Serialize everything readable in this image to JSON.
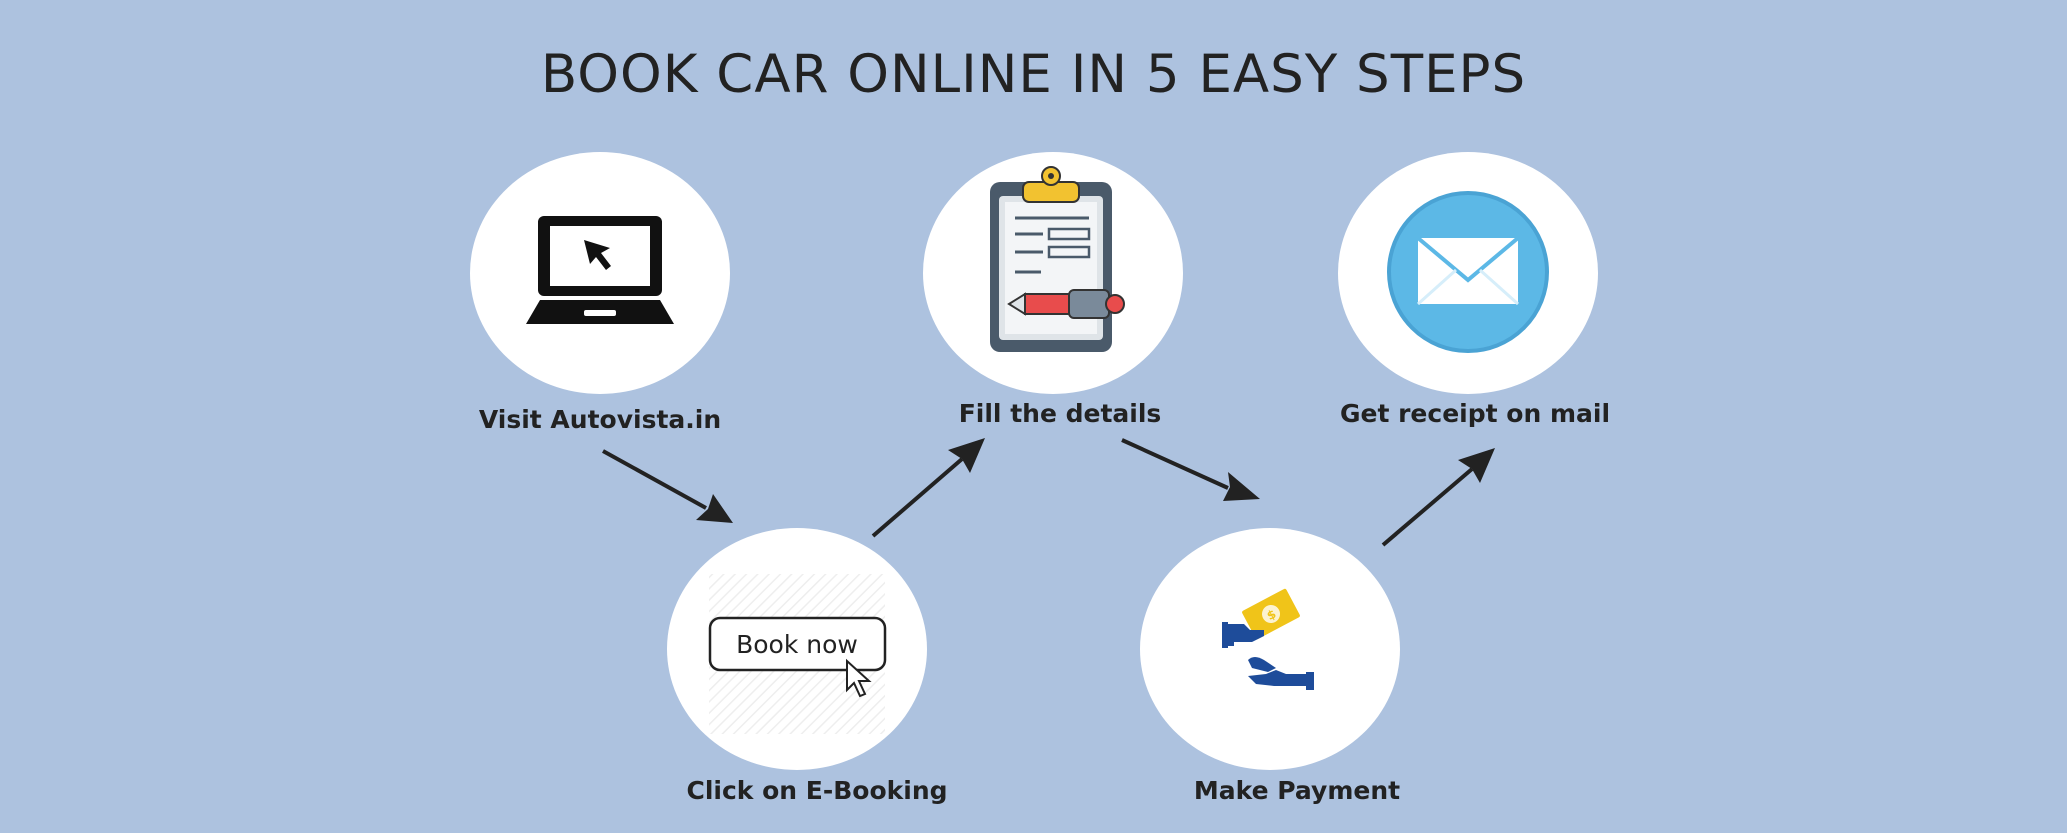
{
  "title": "BOOK CAR ONLINE IN 5 EASY STEPS",
  "steps": [
    {
      "label": "Visit Autovista.in",
      "icon": "laptop-cursor-icon"
    },
    {
      "label": "Click on E-Booking",
      "icon": "book-now-button-icon",
      "button_text": "Book now"
    },
    {
      "label": "Fill the details",
      "icon": "clipboard-form-icon"
    },
    {
      "label": "Make Payment",
      "icon": "hand-payment-icon"
    },
    {
      "label": "Get receipt on mail",
      "icon": "envelope-icon"
    }
  ],
  "colors": {
    "background": "#adc2df",
    "circle": "#ffffff",
    "text": "#222222",
    "envelope": "#5cb8e6",
    "payment_hand": "#1e4c9a",
    "payment_note": "#f0c419",
    "pen_red": "#e84c4c",
    "clipboard_clip": "#f2c230"
  }
}
